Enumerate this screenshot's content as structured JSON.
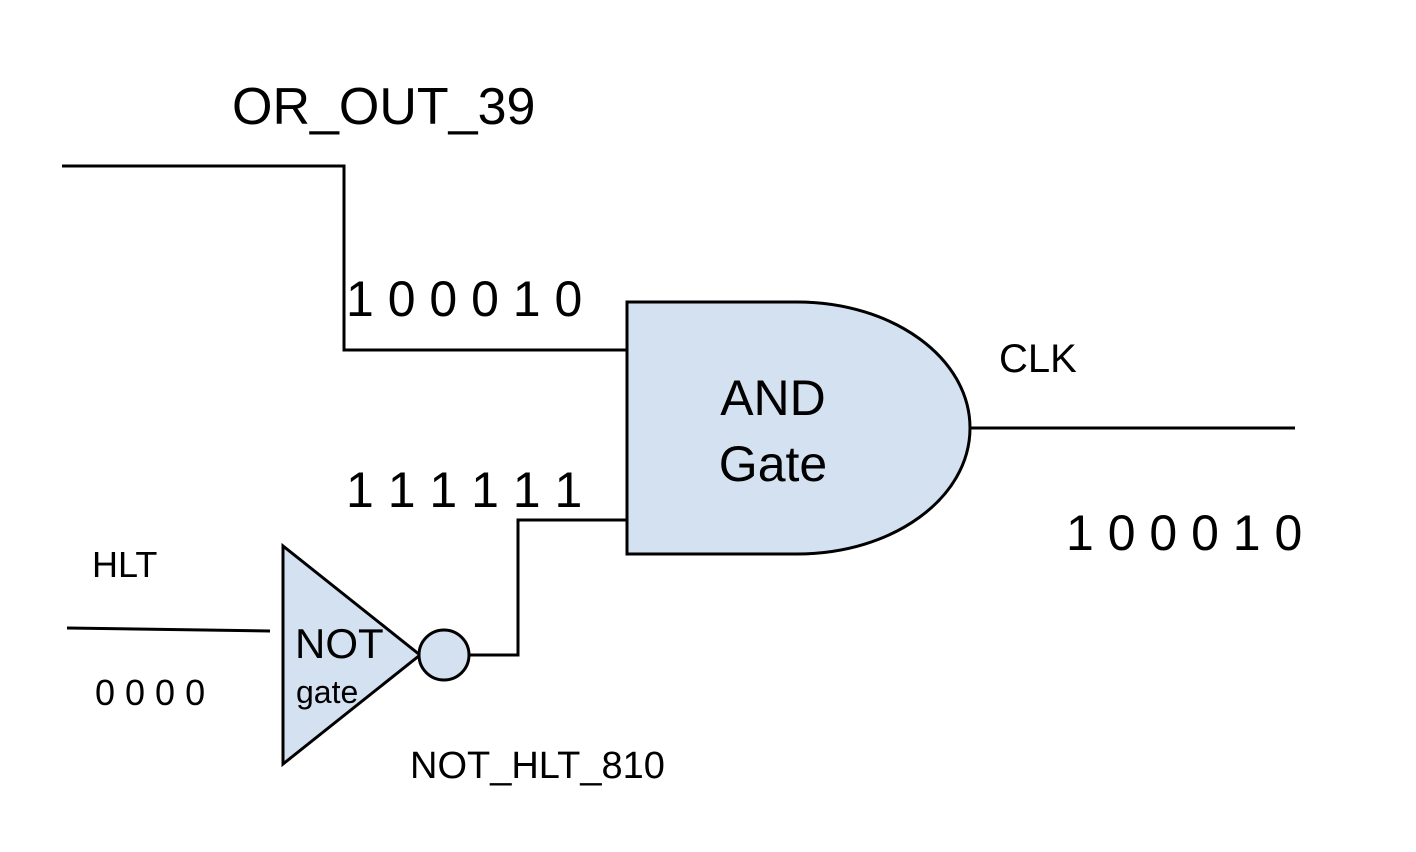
{
  "colors": {
    "gate_fill": "#d4e1f1",
    "wire": "#000000",
    "text": "#000000",
    "background": "#ffffff"
  },
  "signals": {
    "or_out": {
      "name": "OR_OUT_39",
      "value": "1 0 0 0 1 0"
    },
    "hlt": {
      "name": "HLT",
      "value": "0 0 0 0"
    },
    "not_hlt": {
      "name": "NOT_HLT_810",
      "value": "1 1 1 1 1 1"
    },
    "clk": {
      "name": "CLK",
      "value": "1 0 0 0 1 0"
    }
  },
  "gates": {
    "and_gate": {
      "line1": "AND",
      "line2": "Gate",
      "icon": "and-gate-icon"
    },
    "not_gate": {
      "line1": "NOT",
      "line2": "gate",
      "icon": "not-gate-icon"
    }
  }
}
